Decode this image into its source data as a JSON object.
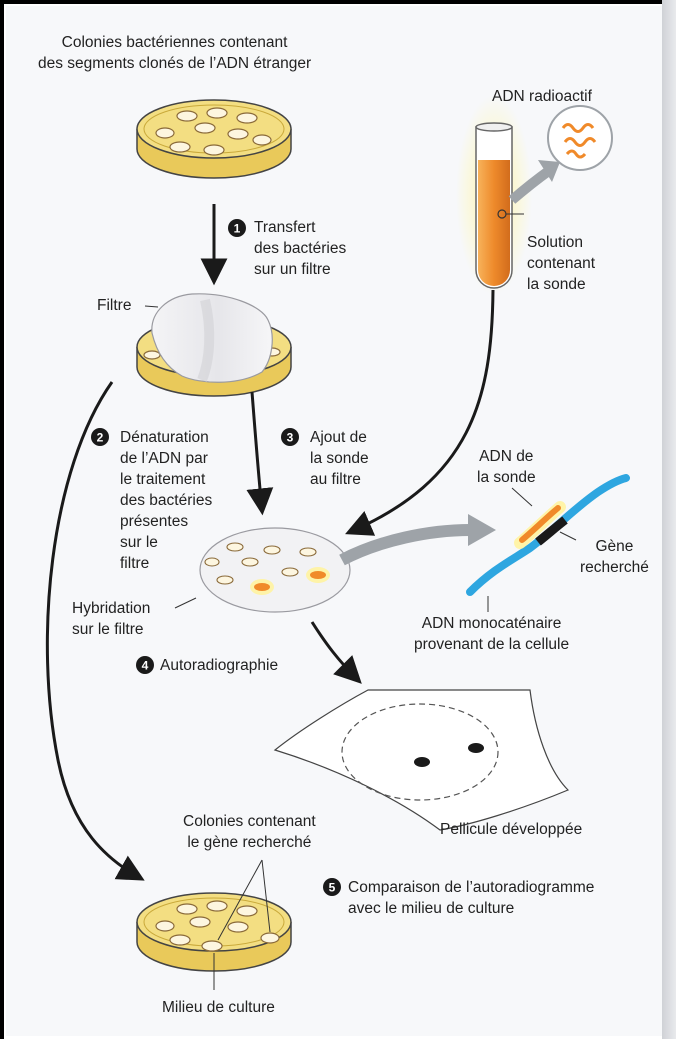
{
  "labels": {
    "top_colonies": [
      "Colonies bactériennes contenant",
      "des segments clonés de l’ADN étranger"
    ],
    "step1": [
      "Transfert",
      "des bactéries",
      "sur un filtre"
    ],
    "filtre": "Filtre",
    "adn_radioactif": "ADN radioactif",
    "solution": [
      "Solution",
      "contenant",
      "la sonde"
    ],
    "step2": [
      "Dénaturation",
      "de l’ADN par",
      "le traitement",
      "des bactéries",
      "présentes",
      "sur le",
      "filtre"
    ],
    "step3": [
      "Ajout de",
      "la sonde",
      "au filtre"
    ],
    "adn_sonde": [
      "ADN de",
      "la sonde"
    ],
    "gene": [
      "Gène",
      "recherché"
    ],
    "hybridation": [
      "Hybridation",
      "sur le filtre"
    ],
    "adn_mono": [
      "ADN monocaténaire",
      "provenant de la cellule"
    ],
    "step4": "Autoradiographie",
    "pellicule": "Pellicule développée",
    "colonies_gene": [
      "Colonies contenant",
      "le gène recherché"
    ],
    "step5": [
      "Comparaison de l’autoradiogramme",
      "avec le milieu de culture"
    ],
    "milieu": "Milieu de culture"
  },
  "steps": {
    "n1": "1",
    "n2": "2",
    "n3": "3",
    "n4": "4",
    "n5": "5"
  },
  "colors": {
    "agar": "#f3de82",
    "dish_rim": "#555555",
    "probe": "#f08a2a",
    "glow": "#fff3a0",
    "dna_blue": "#2ea6e0",
    "grey_arrow": "#9ea3a8",
    "black": "#1a1a1a"
  }
}
